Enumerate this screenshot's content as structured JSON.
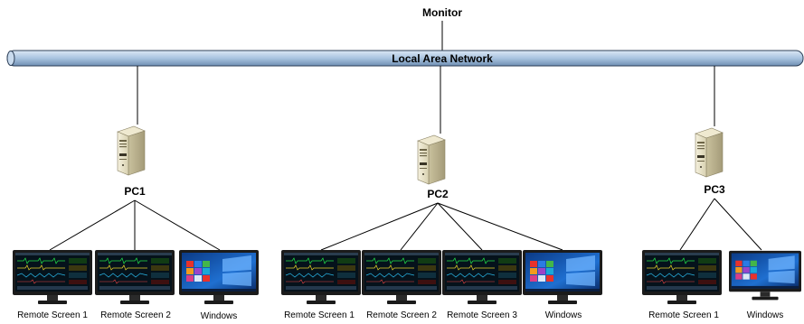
{
  "monitor": {
    "label": "Monitor"
  },
  "network": {
    "label": "Local Area Network",
    "color": "#a9c4e0"
  },
  "pcs": [
    {
      "label": "PC1",
      "screens": [
        {
          "label": "Remote Screen 1",
          "kind": "monitor-icu"
        },
        {
          "label": "Remote Screen 2",
          "kind": "monitor-icu"
        },
        {
          "label": "Windows",
          "kind": "monitor-windows"
        }
      ]
    },
    {
      "label": "PC2",
      "screens": [
        {
          "label": "Remote Screen 1",
          "kind": "monitor-icu"
        },
        {
          "label": "Remote Screen 2",
          "kind": "monitor-icu"
        },
        {
          "label": "Remote Screen 3",
          "kind": "monitor-icu"
        },
        {
          "label": "Windows",
          "kind": "monitor-windows"
        }
      ]
    },
    {
      "label": "PC3",
      "screens": [
        {
          "label": "Remote Screen 1",
          "kind": "monitor-icu"
        },
        {
          "label": "Windows",
          "kind": "monitor-windows"
        }
      ]
    }
  ],
  "colors": {
    "line": "#000000",
    "server_body": "#e8e3cc",
    "server_shadow": "#b9b293",
    "windows_blue": "#1f6fd0"
  }
}
